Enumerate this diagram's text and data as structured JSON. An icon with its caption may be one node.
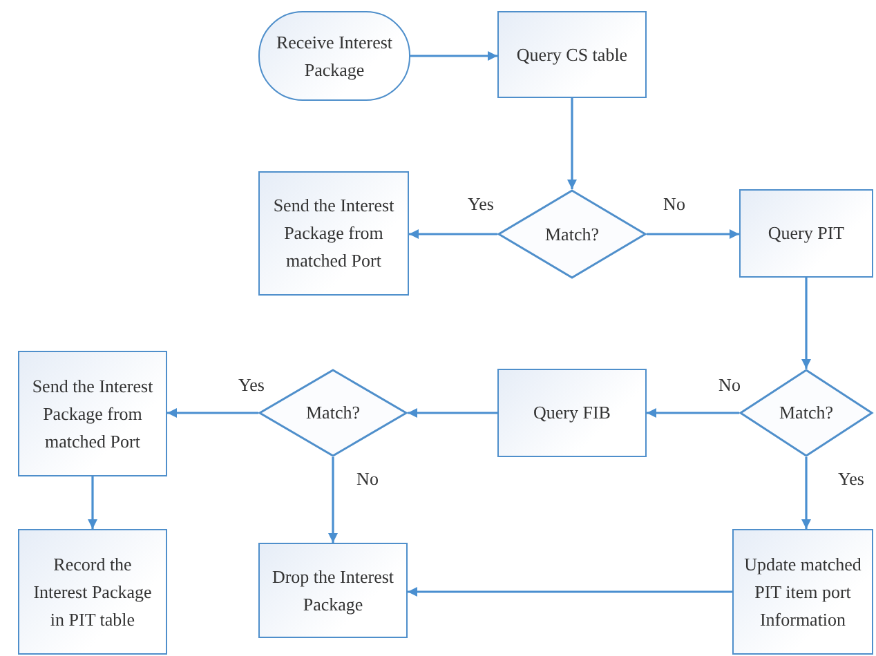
{
  "diagram": {
    "nodes": [
      {
        "text": [
          "Receive Interest Package"
        ]
      },
      {
        "text": [
          "Query CS table"
        ]
      },
      {
        "text": [
          "Match?"
        ]
      },
      {
        "text": [
          "Send the Interest Package from matched Port"
        ]
      },
      {
        "text": [
          "Query PIT"
        ]
      },
      {
        "text": [
          "Match?"
        ]
      },
      {
        "text": [
          "Query FIB"
        ]
      },
      {
        "text": [
          "Match?"
        ]
      },
      {
        "text": [
          "Send the Interest Package from matched Port"
        ]
      },
      {
        "text": [
          "Drop the Interest Package"
        ]
      },
      {
        "text": [
          "Record the Interest Package in PIT table"
        ]
      },
      {
        "text": [
          "Update matched PIT item port Information"
        ]
      }
    ],
    "edges": [
      {
        "from": 0,
        "to": 1,
        "arrow": "to"
      },
      {
        "from": 1,
        "to": 2,
        "arrow": "to"
      },
      {
        "from": 2,
        "to": 3,
        "arrow": "to",
        "label": "Yes"
      },
      {
        "from": 2,
        "to": 4,
        "arrow": "to",
        "label": "No"
      },
      {
        "from": 4,
        "to": 5,
        "arrow": "to"
      },
      {
        "from": 5,
        "to": 6,
        "arrow": "to",
        "label": "No"
      },
      {
        "from": 5,
        "to": 11,
        "arrow": "to",
        "label": "Yes"
      },
      {
        "from": 6,
        "to": 7,
        "arrow": "to"
      },
      {
        "from": 7,
        "to": 8,
        "arrow": "to",
        "label": "Yes"
      },
      {
        "from": 7,
        "to": 9,
        "arrow": "to",
        "label": "No"
      },
      {
        "from": 8,
        "to": 10,
        "arrow": "to"
      },
      {
        "from": 11,
        "to": 9,
        "arrow": "to"
      }
    ]
  }
}
